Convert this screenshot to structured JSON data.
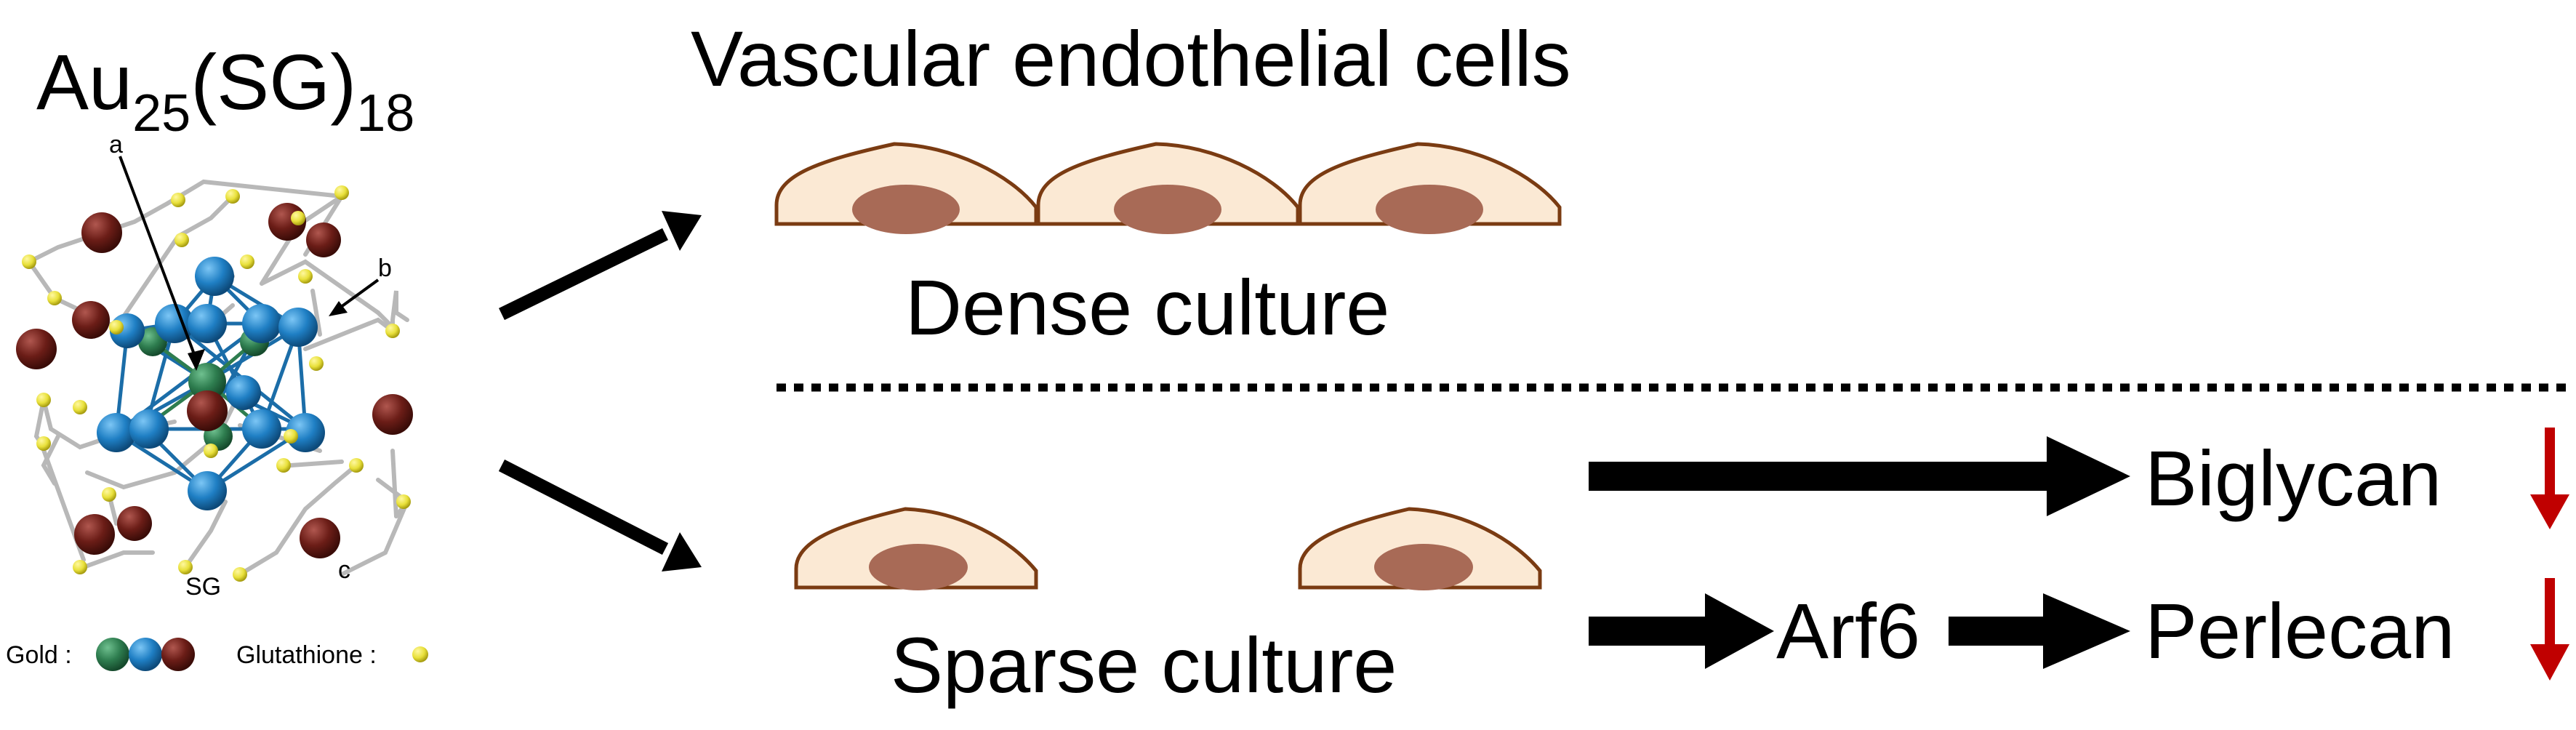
{
  "compound": {
    "base": "Au",
    "sub1": "25",
    "middle": "(SG)",
    "sub2": "18"
  },
  "molecule_labels": {
    "a": "a",
    "b": "b",
    "c": "c",
    "sg": "SG"
  },
  "legend": {
    "gold_label": "Gold :",
    "glutathione_label": "Glutathione :"
  },
  "title": "Vascular endothelial cells",
  "dense_label": "Dense culture",
  "sparse_label": "Sparse culture",
  "pathway": {
    "biglycan": "Biglycan",
    "arf6": "Arf6",
    "perlecan": "Perlecan"
  },
  "colors": {
    "gold_center": "#2e7d4f",
    "gold_icosahedral": "#1f7fc4",
    "gold_staple": "#6b1d17",
    "sulfur": "#e8e03a",
    "cell_fill": "#fbe9d4",
    "cell_outline": "#7a3b12",
    "nucleus": "#a86a56",
    "decrease_arrow": "#c00000"
  }
}
